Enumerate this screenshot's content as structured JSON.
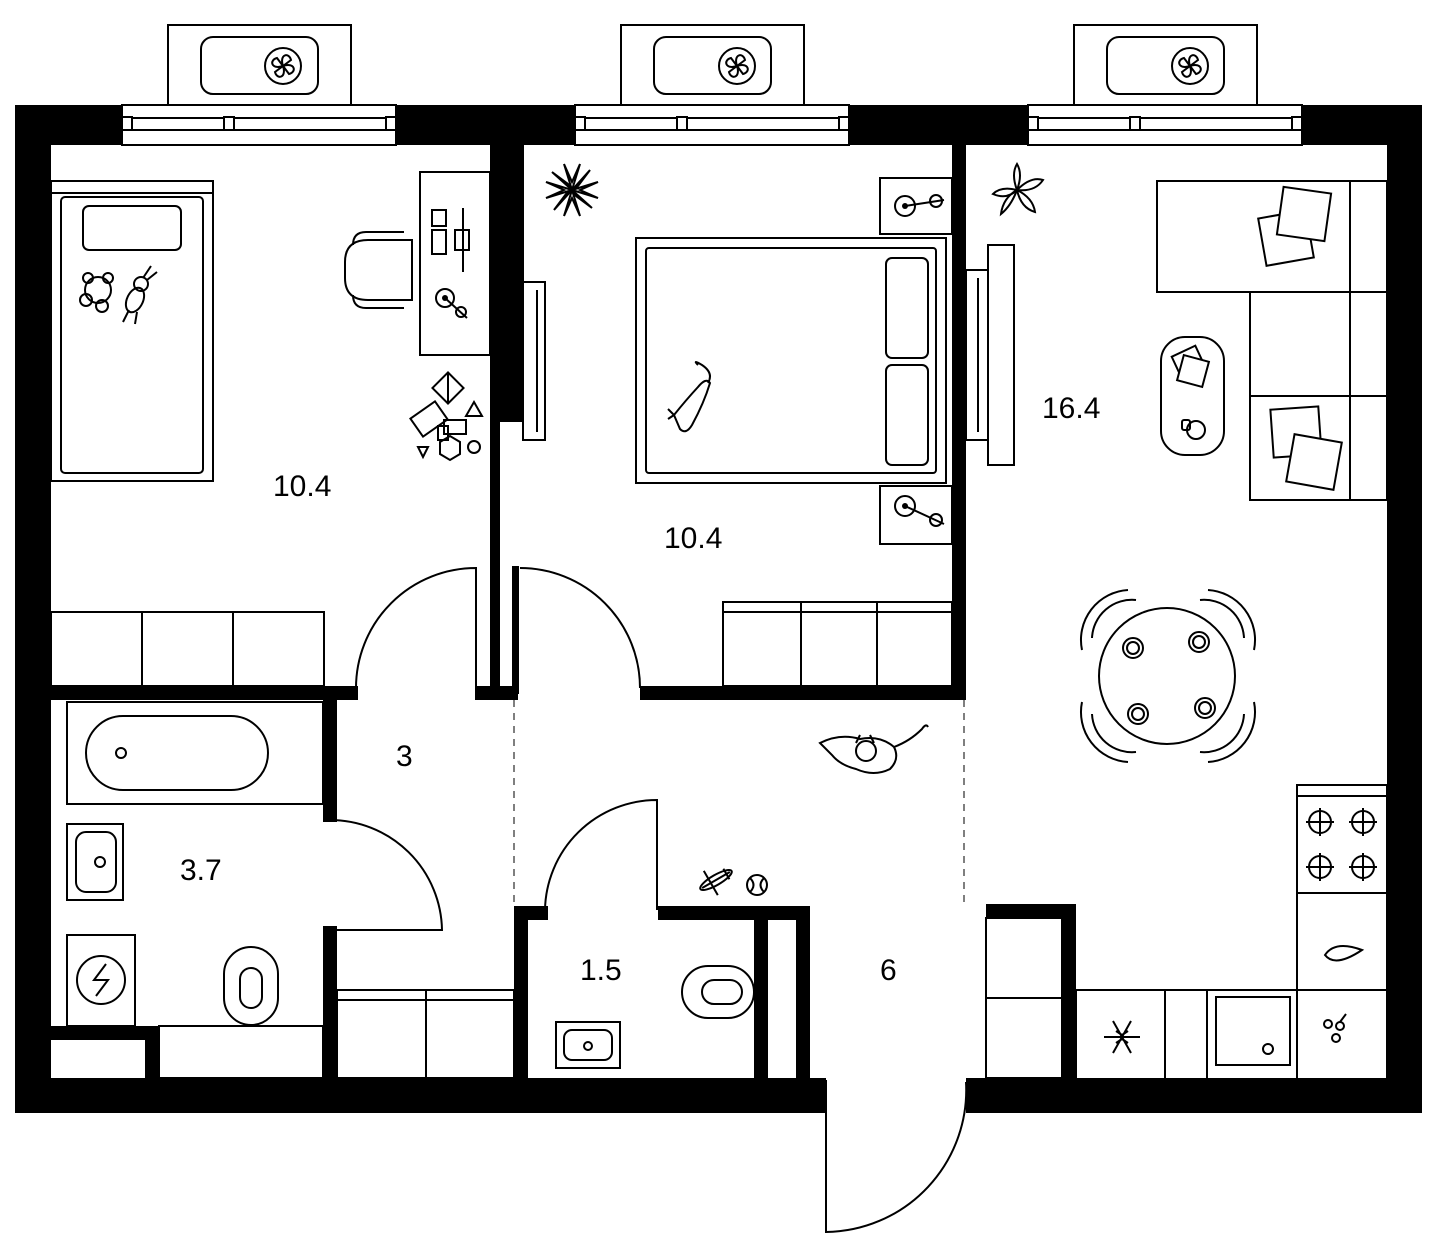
{
  "rooms": [
    {
      "area": "10.4"
    },
    {
      "area": "10.4"
    },
    {
      "area": "16.4"
    },
    {
      "area": "3"
    },
    {
      "area": "3.7"
    },
    {
      "area": "1.5"
    },
    {
      "area": "6"
    }
  ],
  "icons": [
    "fan-icon",
    "plant-icon",
    "teddy-bear-icon",
    "bunny-icon",
    "cat-icon",
    "toy-plane-icon",
    "ball-icon",
    "snowflake-icon",
    "power-icon",
    "hob-burner-icon"
  ],
  "colors": {
    "wall": "#000000",
    "background": "#ffffff",
    "line": "#000000"
  }
}
